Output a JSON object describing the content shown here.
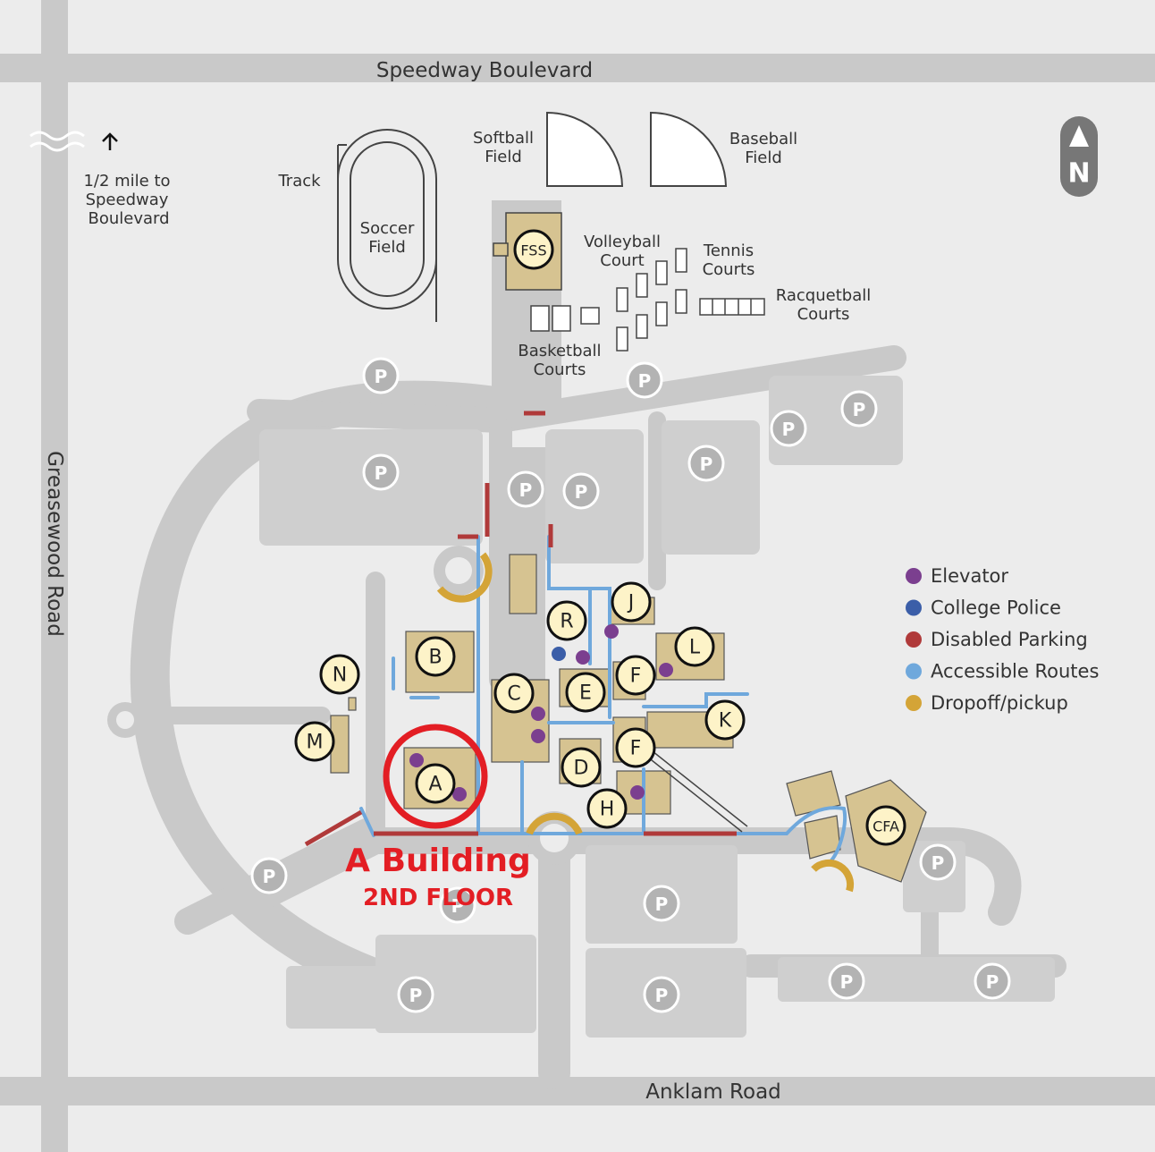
{
  "roads": {
    "north": "Speedway Boulevard",
    "south": "Anklam Road",
    "west": "Greasewood Road"
  },
  "note": {
    "line1": "1/2 mile to",
    "line2": "Speedway",
    "line3": "Boulevard"
  },
  "labels": {
    "track": "Track",
    "soccer_line1": "Soccer",
    "soccer_line2": "Field",
    "softball_line1": "Softball",
    "softball_line2": "Field",
    "baseball_line1": "Baseball",
    "baseball_line2": "Field",
    "volleyball_line1": "Volleyball",
    "volleyball_line2": "Court",
    "tennis_line1": "Tennis",
    "tennis_line2": "Courts",
    "racquetball_line1": "Racquetball",
    "racquetball_line2": "Courts",
    "basketball_line1": "Basketball",
    "basketball_line2": "Courts"
  },
  "compass": "N",
  "parking_symbol": "P",
  "buildings": {
    "FSS": "FSS",
    "A": "A",
    "B": "B",
    "C": "C",
    "D": "D",
    "E": "E",
    "F1": "F",
    "F2": "F",
    "H": "H",
    "J": "J",
    "K": "K",
    "L": "L",
    "M": "M",
    "N": "N",
    "R": "R",
    "CFA": "CFA"
  },
  "highlight": {
    "title": "A Building",
    "subtitle": "2ND FLOOR"
  },
  "legend": [
    {
      "label": "Elevator",
      "color": "#7b3f8f"
    },
    {
      "label": "College Police",
      "color": "#3b5ea8"
    },
    {
      "label": "Disabled Parking",
      "color": "#b03a3a"
    },
    {
      "label": "Accessible Routes",
      "color": "#6fa8dc"
    },
    {
      "label": "Dropoff/pickup",
      "color": "#d4a437"
    }
  ],
  "colors": {
    "road": "#c9c9c9",
    "building": "#d6c391",
    "highlight": "#e31e24",
    "parking": "#b3b3b3",
    "route": "#6fa8dc",
    "disabled": "#b03a3a",
    "dropoff": "#d4a437"
  }
}
